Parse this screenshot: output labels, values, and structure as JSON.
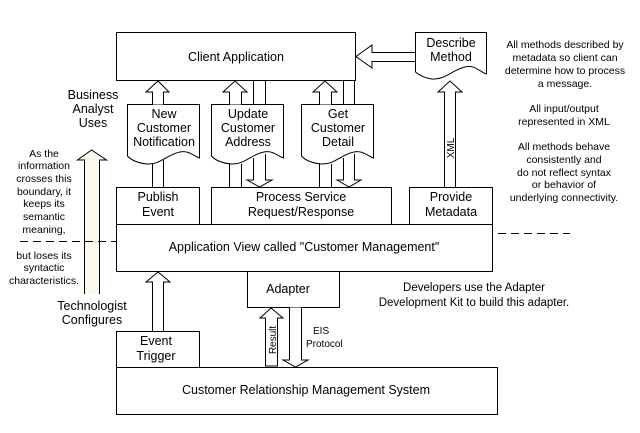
{
  "colors": {
    "stroke": "#000000",
    "fill": "#ffffff",
    "boundary_arrow_fill": "#fdf8ee"
  },
  "boxes": {
    "client_application": "Client Application",
    "describe_method": [
      "Describe",
      "Method"
    ],
    "new_customer_notification": [
      "New",
      "Customer",
      "Notification"
    ],
    "update_customer_address": [
      "Update",
      "Customer",
      "Address"
    ],
    "get_customer_detail": [
      "Get",
      "Customer",
      "Detail"
    ],
    "publish_event": [
      "Publish",
      "Event"
    ],
    "process_service": [
      "Process Service",
      "Request/Response"
    ],
    "provide_metadata": [
      "Provide",
      "Metadata"
    ],
    "application_view": "Application View called \"Customer Management\"",
    "adapter": "Adapter",
    "event_trigger": [
      "Event",
      "Trigger"
    ],
    "crm_system": "Customer Relationship Management System"
  },
  "arrow_labels": {
    "xml": "XML",
    "result": "Result",
    "eis_protocol": [
      "EIS",
      "Protocol"
    ]
  },
  "side_labels": {
    "business_analyst": [
      "Business",
      "Analyst",
      "Uses"
    ],
    "technologist": [
      "Technologist",
      "Configures"
    ],
    "boundary_above": [
      "As the",
      "information",
      "crosses this",
      "boundary, it",
      "keeps its",
      "semantic",
      "meaning,"
    ],
    "boundary_below": [
      "but loses its",
      "syntactic",
      "characteristics."
    ]
  },
  "notes": {
    "metadata_note": [
      "All methods described by",
      "metadata so client can",
      "determine how to process",
      "a message."
    ],
    "xml_note": [
      "All input/output",
      "represented in XML"
    ],
    "behavior_note": [
      "All methods behave",
      "consistently and",
      "do not reflect syntax",
      "or behavior of",
      "underlying connectivity."
    ],
    "developer_note": [
      "Developers use the Adapter",
      "Development Kit to build this adapter."
    ]
  }
}
